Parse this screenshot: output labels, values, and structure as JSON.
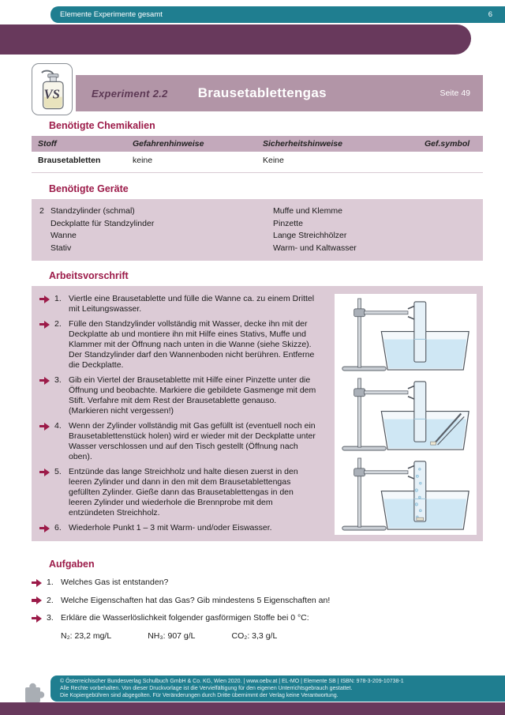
{
  "topbar": {
    "title": "Elemente Experimente gesamt",
    "page_number": "6"
  },
  "header": {
    "experiment": "Experiment  2.2",
    "title": "Brausetablettengas",
    "page_ref": "Seite 49"
  },
  "chemicals": {
    "heading": "Benötigte Chemikalien",
    "col_stoff": "Stoff",
    "col_gefahren": "Gefahrenhinweise",
    "col_sicherheit": "Sicherheitshinweise",
    "col_symbol": "Gef.symbol",
    "row": {
      "stoff": "Brausetabletten",
      "gefahren": "keine",
      "sicherheit": "Keine",
      "symbol": ""
    }
  },
  "devices": {
    "heading": "Benötigte Geräte",
    "left": [
      {
        "count": "2",
        "label": "Standzylinder (schmal)"
      },
      {
        "count": "",
        "label": "Deckplatte für Standzylinder"
      },
      {
        "count": "",
        "label": "Wanne"
      },
      {
        "count": "",
        "label": "Stativ"
      }
    ],
    "right": [
      {
        "label": "Muffe und Klemme"
      },
      {
        "label": "Pinzette"
      },
      {
        "label": "Lange Streichhölzer"
      },
      {
        "label": "Warm- und Kaltwasser"
      }
    ]
  },
  "procedure": {
    "heading": "Arbeitsvorschrift",
    "steps": [
      {
        "num": "1.",
        "text": "Viertle eine Brausetablette und fülle die Wanne ca. zu einem Drittel mit Leitungswasser."
      },
      {
        "num": "2.",
        "text": "Fülle den Standzylinder vollständig mit Wasser, decke ihn mit der Deckplatte ab und montiere ihn mit Hilfe eines Stativs, Muffe und Klammer mit der Öffnung nach unten in die Wanne (siehe Skizze). Der Standzylinder darf den Wannenboden nicht berühren. Entferne die Deckplatte."
      },
      {
        "num": "3.",
        "text": "Gib ein Viertel der Brausetablette mit Hilfe einer Pinzette unter die Öffnung und beobachte. Markiere die gebildete Gasmenge mit dem Stift. Verfahre mit dem Rest der Brausetablette genauso. (Markieren nicht vergessen!)"
      },
      {
        "num": "4.",
        "text": "Wenn der Zylinder vollständig mit Gas gefüllt ist (eventuell noch ein Brausetablettenstück holen) wird er wieder mit der Deckplatte unter Wasser verschlossen und auf den Tisch gestellt (Öffnung nach oben)."
      },
      {
        "num": "5.",
        "text": "Entzünde das lange Streichholz und halte diesen zuerst in den leeren Zylinder und dann in den mit dem Brausetablettengas gefüllten Zylinder. Gieße dann das Brausetablettengas in den leeren Zylinder und wiederhole die Brennprobe mit dem entzündeten Streichholz."
      },
      {
        "num": "6.",
        "text": "Wiederhole Punkt 1 – 3 mit Warm- und/oder Eiswasser."
      }
    ]
  },
  "tasks": {
    "heading": "Aufgaben",
    "items": [
      {
        "num": "1.",
        "text": "Welches Gas ist entstanden?"
      },
      {
        "num": "2.",
        "text": "Welche Eigenschaften hat das Gas? Gib mindestens 5 Eigenschaften an!"
      },
      {
        "num": "3.",
        "text": "Erkläre die Wasserlöslichkeit folgender gasförmigen Stoffe bei 0 °C:"
      }
    ],
    "solubility": [
      {
        "text": "N₂: 23,2 mg/L"
      },
      {
        "text": "NH₃: 907 g/L"
      },
      {
        "text": "CO₂: 3,3 g/L"
      }
    ]
  },
  "footer": {
    "line1": "© Österreichischer Bundesverlag Schulbuch GmbH & Co. KG, Wien 2020. | www.oebv.at | EL-MO | Elemente SB | ISBN: 978-3-209-10738-1",
    "line2": "Alle Rechte vorbehalten. Von dieser Druckvorlage ist die Vervielfältigung für den eigenen Unterrichtsgebrauch gestattet.",
    "line3": "Die Kopiergebühren sind abgegolten. Für Veränderungen durch Dritte übernimmt der Verlag keine Verantwortung."
  },
  "colors": {
    "teal": "#1f7e90",
    "plum": "#68395c",
    "heading_red": "#9c1b49",
    "band_mauve": "#b295a7",
    "box_mauve": "#dccbd6",
    "table_header_mauve": "#c3a9bb"
  }
}
